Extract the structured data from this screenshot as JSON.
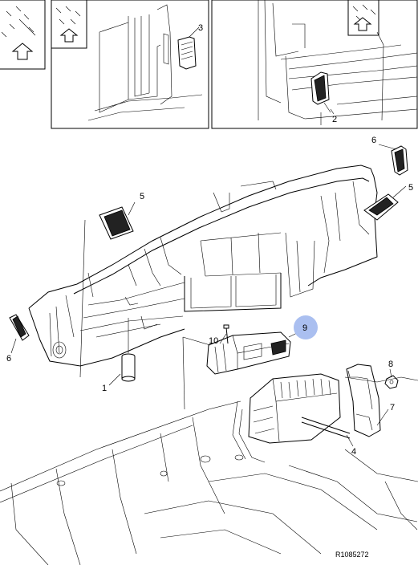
{
  "callouts": {
    "p1": "1",
    "p2": "2",
    "p3": "3",
    "p4": "4",
    "p5a": "5",
    "p5b": "5",
    "p6a": "6",
    "p6b": "6",
    "p7": "7",
    "p8": "8",
    "p9": "9",
    "p10": "10"
  },
  "highlight_color": "#aabff0",
  "reference_code": "R1085272"
}
